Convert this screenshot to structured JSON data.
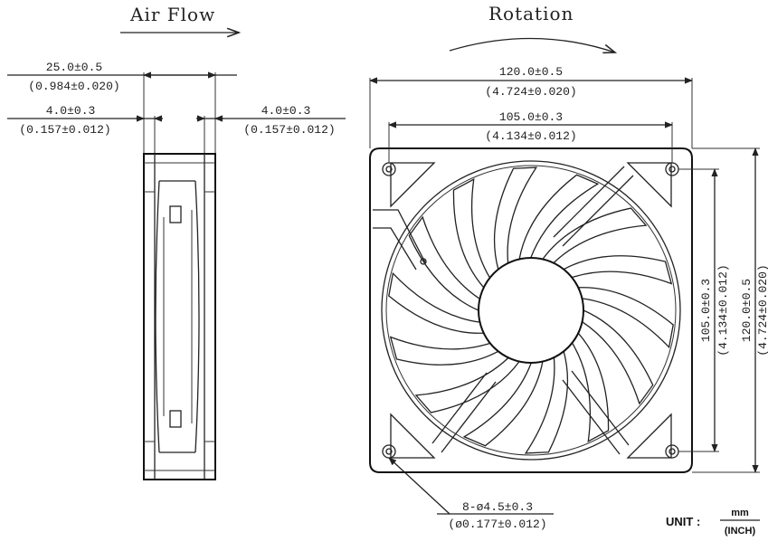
{
  "headers": {
    "air_flow": "Air Flow",
    "rotation": "Rotation"
  },
  "side_view": {
    "depth_mm": "25.0±0.5",
    "depth_in": "(0.984±0.020)",
    "flange_left_mm": "4.0±0.3",
    "flange_left_in": "(0.157±0.012)",
    "flange_right_mm": "4.0±0.3",
    "flange_right_in": "(0.157±0.012)"
  },
  "front_view": {
    "width_mm": "120.0±0.5",
    "width_in": "(4.724±0.020)",
    "hole_spacing_mm": "105.0±0.3",
    "hole_spacing_in": "(4.134±0.012)",
    "v_hole_spacing_mm": "105.0±0.3",
    "v_hole_spacing_in": "(4.134±0.012)",
    "height_mm": "120.0±0.5",
    "height_in": "(4.724±0.020)",
    "holes_mm": "8-ø4.5±0.3",
    "holes_in": "(ø0.177±0.012)"
  },
  "unit": {
    "label": "UNIT :",
    "numerator": "mm",
    "denominator": "(INCH)"
  }
}
